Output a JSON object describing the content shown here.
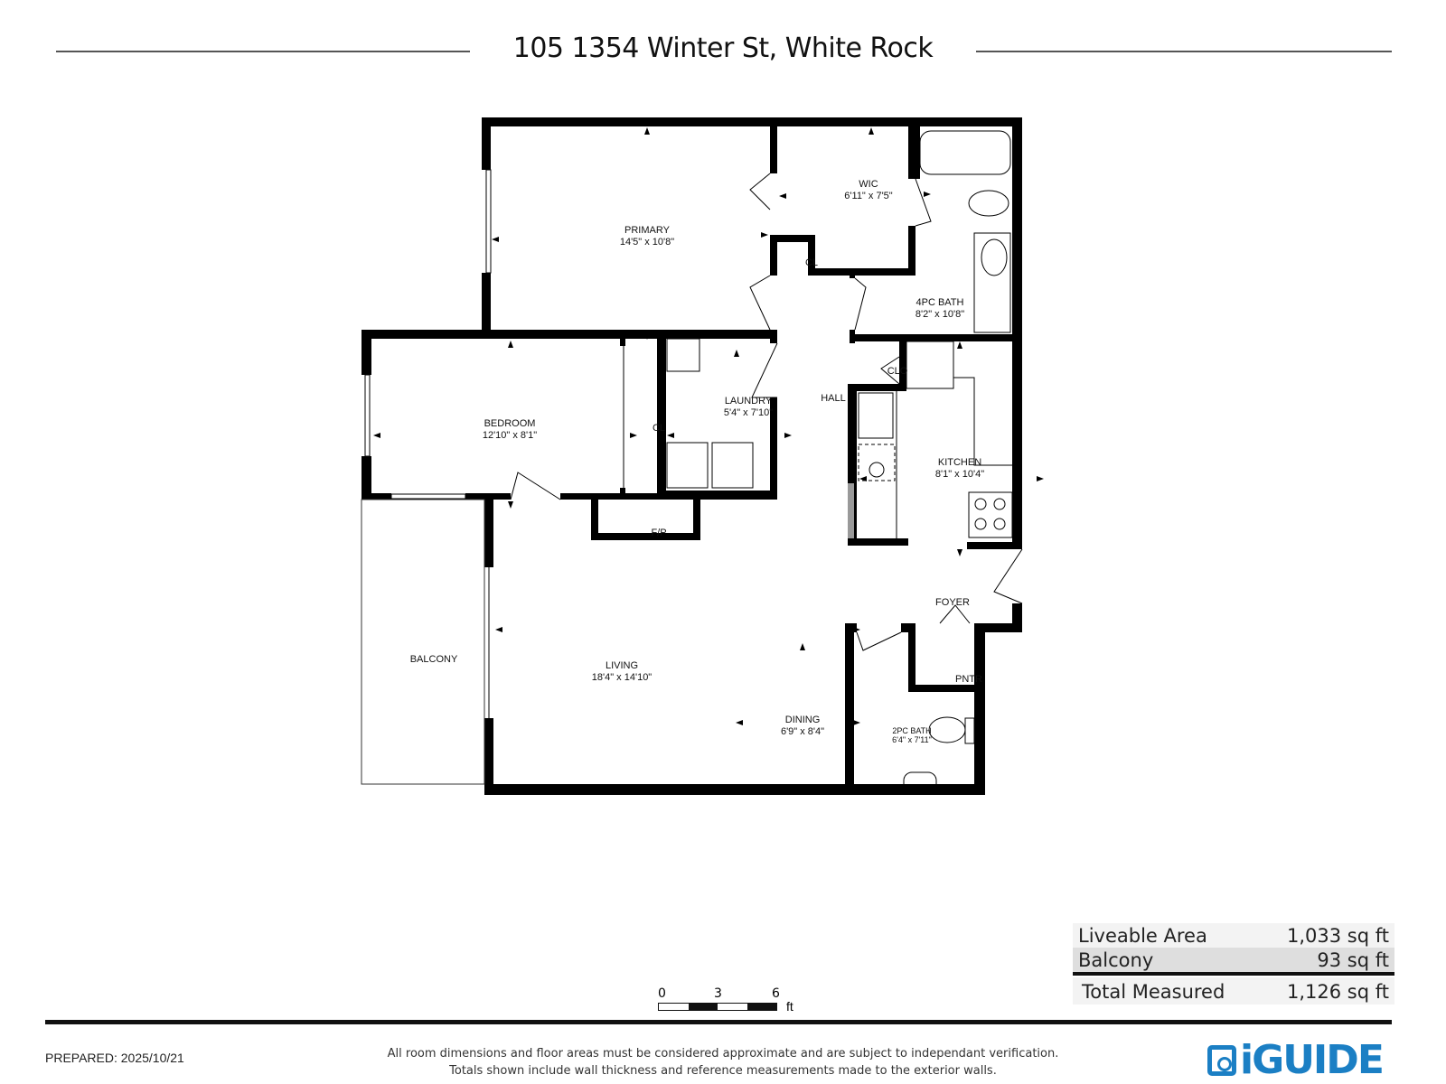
{
  "header": {
    "title": "105 1354 Winter St, White Rock"
  },
  "rooms": [
    {
      "name": "PRIMARY",
      "dims": "14'5\" x 10'8\""
    },
    {
      "name": "WIC",
      "dims": "6'11\" x 7'5\""
    },
    {
      "name": "4PC BATH",
      "dims": "8'2\" x 10'8\""
    },
    {
      "name": "BEDROOM",
      "dims": "12'10\" x 8'1\""
    },
    {
      "name": "LAUNDRY",
      "dims": "5'4\" x 7'10\""
    },
    {
      "name": "KITCHEN",
      "dims": "8'1\" x 10'4\""
    },
    {
      "name": "LIVING",
      "dims": "18'4\" x 14'10\""
    },
    {
      "name": "DINING",
      "dims": "6'9\" x 8'4\""
    },
    {
      "name": "2PC BATH",
      "dims": "6'4\" x 7'11\""
    }
  ],
  "labels": {
    "cl1": "CL",
    "cl2": "CL",
    "clo": "CLO",
    "hall": "HALL",
    "fp": "F/P",
    "foyer": "FOYER",
    "pntr": "PNTR",
    "balcony": "BALCONY"
  },
  "areas": [
    {
      "label": "Liveable Area",
      "value": "1,033 sq ft"
    },
    {
      "label": "Balcony",
      "value": "93 sq ft"
    },
    {
      "label": "Total Measured",
      "value": "1,126 sq ft"
    }
  ],
  "scale": {
    "ticks": [
      "0",
      "3",
      "6"
    ],
    "unit": "ft"
  },
  "footer": {
    "prepared": "PREPARED: 2025/10/21",
    "disclaimer_1": "All room dimensions and floor areas must be considered approximate and are subject to independant verification.",
    "disclaimer_2": "Totals shown include wall thickness and reference measurements made to the exterior walls.",
    "logo": "iGUIDE"
  },
  "colors": {
    "wall": "#000000",
    "brand": "#1b7fc4"
  }
}
